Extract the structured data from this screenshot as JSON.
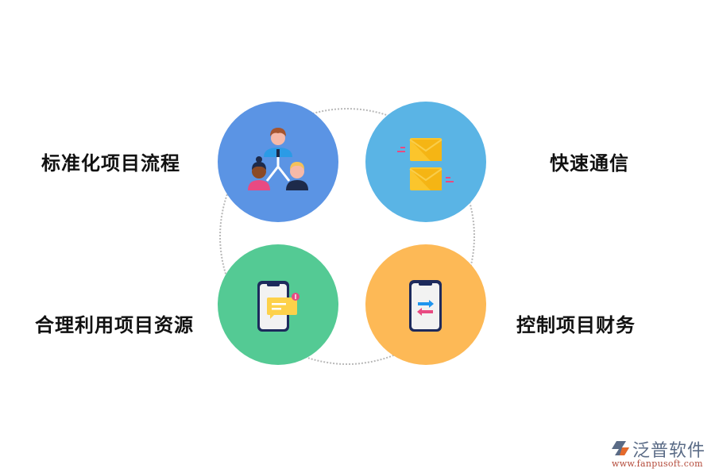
{
  "diagram": {
    "items": [
      {
        "label": "标准化项目流程",
        "icon": "team-hierarchy-icon",
        "color": "#5b94e4"
      },
      {
        "label": "快速通信",
        "icon": "envelopes-icon",
        "color": "#5ab4e5"
      },
      {
        "label": "合理利用项目资源",
        "icon": "phone-message-icon",
        "color": "#54ca94"
      },
      {
        "label": "控制项目财务",
        "icon": "phone-transfer-icon",
        "color": "#fdb956"
      }
    ]
  },
  "logo": {
    "name": "泛普软件",
    "url": "www.fanpusoft.com"
  }
}
